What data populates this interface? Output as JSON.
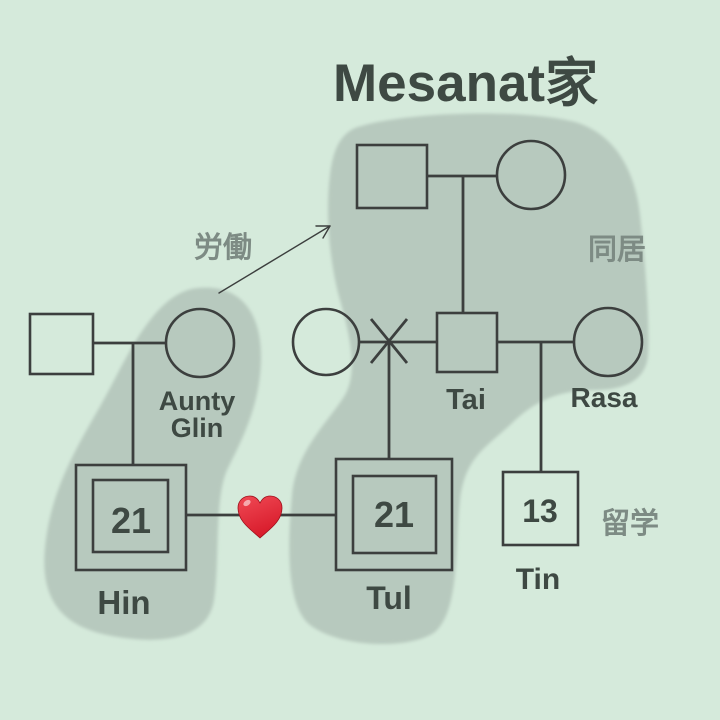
{
  "title": "Mesanat家",
  "colors": {
    "background": "#d5eadb",
    "blob": "#b7c9be",
    "line": "#3c3f3e",
    "label": "#3e4943",
    "note": "#7d8b84",
    "heart": "#d81b2b"
  },
  "icons": {
    "couple_link": "heart-icon",
    "separation": "cross-mark-icon",
    "movement": "arrow-icon"
  },
  "members": {
    "tai": {
      "name": "Tai"
    },
    "rasa": {
      "name": "Rasa"
    },
    "tin": {
      "name": "Tin",
      "age": 13
    },
    "tul": {
      "name": "Tul",
      "age": 21
    },
    "hin": {
      "name": "Hin",
      "age": 21
    },
    "aunty_glin": {
      "name_lines": [
        "Aunty",
        "Glin"
      ]
    }
  },
  "notes": {
    "labor": "労働",
    "living_together": "同居",
    "study_abroad": "留学"
  }
}
